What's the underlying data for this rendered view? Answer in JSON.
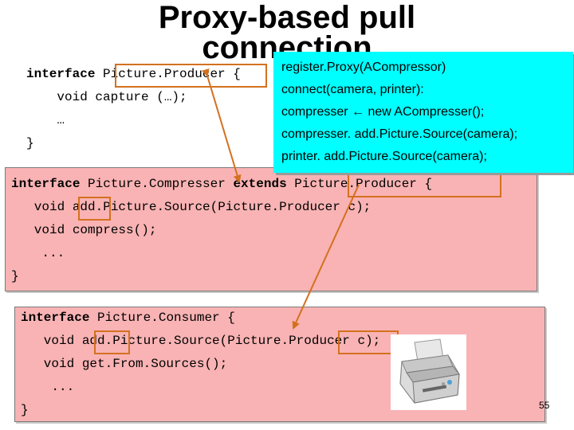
{
  "title": {
    "line1": "Proxy-based pull",
    "line2": "connection"
  },
  "producer": {
    "kw_interface": "interface",
    "name": "Picture.Producer",
    "rest": " {",
    "line2": "    void capture (…);",
    "line3": "    …",
    "line4": "}"
  },
  "proxy_box": {
    "lines": [
      "register.Proxy(ACompressor)",
      "connect(camera, printer):",
      "compresser ← new ACompresser();",
      "compresser. add.Picture.Source(camera);",
      "printer. add.Picture.Source(camera);"
    ]
  },
  "compresser": {
    "kw_interface": "interface",
    "name": " Picture.Compresser ",
    "kw_extends": "extends",
    "space": " ",
    "parent": "Picture.Producer",
    "rest": " {",
    "l2_a": "   void ",
    "l2_b": "add",
    "l2_c": ".Picture.Source(Picture.Producer c);",
    "l3": "   void compress();",
    "l4": "    ...",
    "l5": "}"
  },
  "consumer": {
    "kw_interface": "interface",
    "rest": " Picture.Consumer {",
    "l2_a": "   void ",
    "l2_b": "add",
    "l2_c": ".Picture.Source(Picture.Producer c);",
    "l3": "   void get.From.Sources();",
    "l4": "    ...",
    "l5": "}"
  },
  "page_number": "55",
  "colors": {
    "code_box": "#f9b3b4",
    "proxy_box": "#00ffff",
    "highlight": "#d3711f",
    "arrow": "#d3711f"
  },
  "icons": {
    "printer": "printer-icon"
  }
}
